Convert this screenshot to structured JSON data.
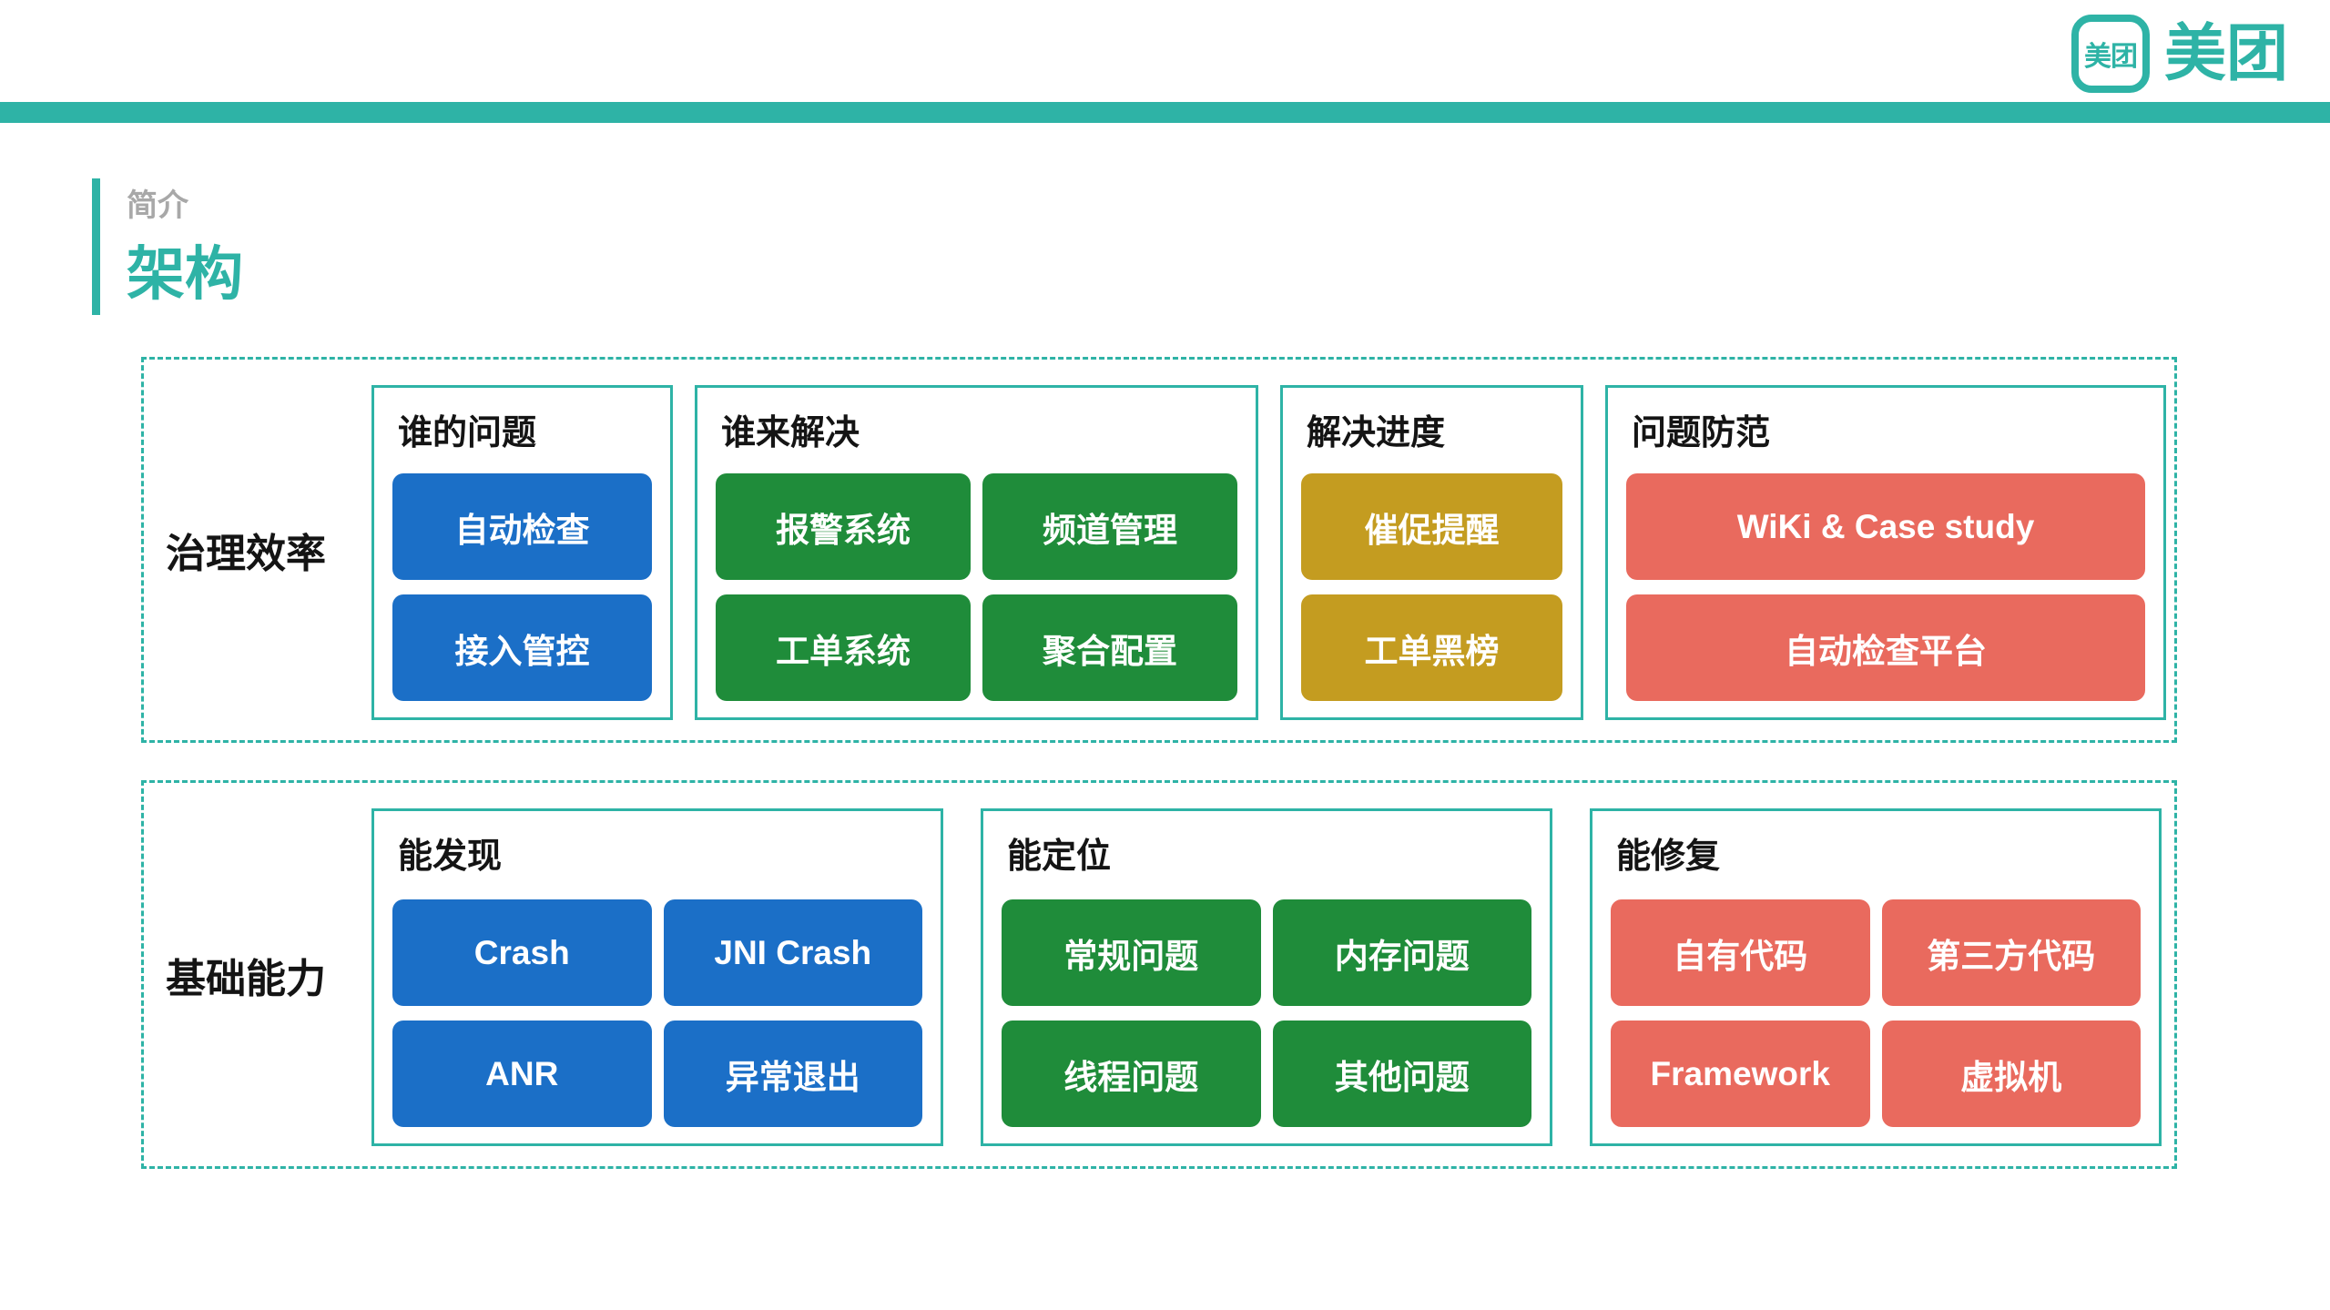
{
  "page": {
    "brand": {
      "logo_icon_text": "美团",
      "logo_text": "美团"
    },
    "eyebrow": "简介",
    "title": "架构",
    "colors": {
      "teal": "#2EB3A6",
      "blue": "#1B6FC7",
      "green": "#1F8C3A",
      "gold": "#C49C20",
      "red": "#E96A5E",
      "eyebrow_gray": "#A8A8A8",
      "text_black": "#141414"
    }
  },
  "sections": [
    {
      "label": "治理效率",
      "groups": [
        {
          "title": "谁的问题",
          "color": "blue",
          "buttons": [
            "自动检查",
            "接入管控"
          ]
        },
        {
          "title": "谁来解决",
          "color": "green",
          "buttons": [
            "报警系统",
            "频道管理",
            "工单系统",
            "聚合配置"
          ]
        },
        {
          "title": "解决进度",
          "color": "gold",
          "buttons": [
            "催促提醒",
            "工单黑榜"
          ]
        },
        {
          "title": "问题防范",
          "color": "red",
          "buttons": [
            "WiKi & Case study",
            "自动检查平台"
          ]
        }
      ]
    },
    {
      "label": "基础能力",
      "groups": [
        {
          "title": "能发现",
          "color": "blue",
          "buttons": [
            "Crash",
            "JNI Crash",
            "ANR",
            "异常退出"
          ]
        },
        {
          "title": "能定位",
          "color": "green",
          "buttons": [
            "常规问题",
            "内存问题",
            "线程问题",
            "其他问题"
          ]
        },
        {
          "title": "能修复",
          "color": "red",
          "buttons": [
            "自有代码",
            "第三方代码",
            "Framework",
            "虚拟机"
          ]
        }
      ]
    }
  ]
}
